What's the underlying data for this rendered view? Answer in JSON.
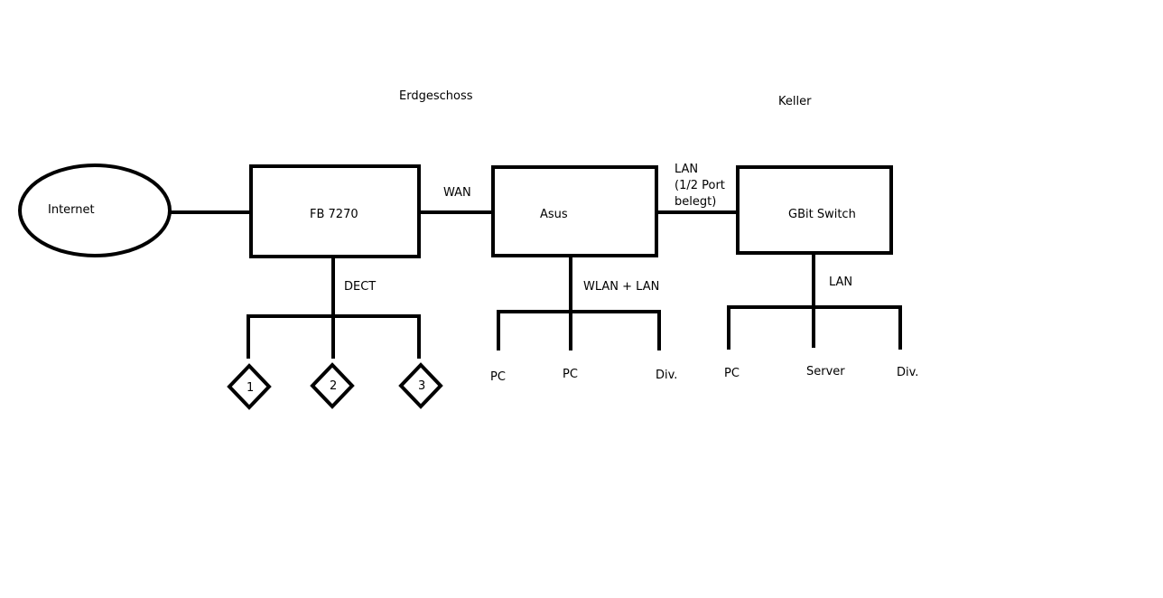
{
  "zones": {
    "ground_floor": "Erdgeschoss",
    "basement": "Keller"
  },
  "nodes": {
    "internet": "Internet",
    "fritzbox": "FB 7270",
    "asus": "Asus",
    "switch": "GBit Switch"
  },
  "links": {
    "wan": "WAN",
    "lan_line1": "LAN",
    "lan_line2": "(1/2 Port",
    "lan_line3": "belegt)",
    "dect": "DECT",
    "wlan_lan": "WLAN + LAN",
    "switch_lan": "LAN"
  },
  "dect_devices": [
    "1",
    "2",
    "3"
  ],
  "asus_clients": [
    "PC",
    "PC",
    "Div."
  ],
  "switch_clients": [
    "PC",
    "Server",
    "Div."
  ],
  "colors": {
    "line": "#000000",
    "background": "#ffffff"
  }
}
